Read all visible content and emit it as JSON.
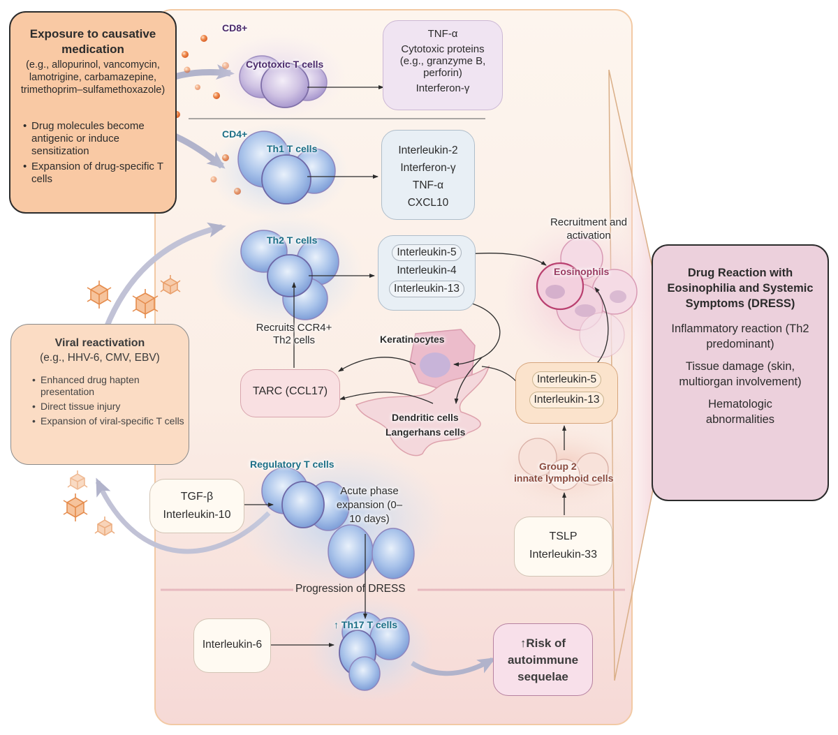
{
  "exposure": {
    "title": "Exposure to causative medication",
    "examples": "(e.g., allopurinol, vancomycin, lamotrigine, carbamazepine, trimethoprim–sulfamethoxazole)",
    "bullets": [
      "Drug molecules become antigenic or induce sensitization",
      "Expansion of drug-specific T cells"
    ]
  },
  "cd8": {
    "group_label": "CD8+",
    "cell_label": "Cytotoxic T cells",
    "outputs": [
      "TNF-α",
      "Cytotoxic proteins",
      "(e.g., granzyme B,",
      "perforin)",
      "Interferon-γ"
    ]
  },
  "cd4": {
    "group_label": "CD4+",
    "cell_label": "Th1 T cells",
    "outputs": [
      "Interleukin-2",
      "Interferon-γ",
      "TNF-α",
      "CXCL10"
    ]
  },
  "th2": {
    "cell_label": "Th2 T cells",
    "outputs": [
      "Interleukin-5",
      "Interleukin-4",
      "Interleukin-13"
    ],
    "recruits_label": "Recruits CCR4+ Th2 cells"
  },
  "eosinophils": {
    "caption": "Recruitment and activation",
    "label": "Eosinophils"
  },
  "keratinocytes": {
    "label": "Keratinocytes"
  },
  "dendritic": {
    "line1": "Dendritic cells",
    "line2": "Langerhans cells"
  },
  "tarc": {
    "label": "TARC (CCL17)"
  },
  "ilc2": {
    "outputs": [
      "Interleukin-5",
      "Interleukin-13"
    ],
    "label_line1": "Group 2",
    "label_line2": "innate lymphoid cells",
    "inputs": [
      "TSLP",
      "Interleukin-33"
    ]
  },
  "viral": {
    "title": "Viral reactivation",
    "examples": "(e.g., HHV-6, CMV, EBV)",
    "bullets": [
      "Enhanced drug hapten presentation",
      "Direct tissue injury",
      "Expansion of viral-specific T cells"
    ]
  },
  "treg": {
    "cell_label": "Regulatory T cells",
    "inputs": [
      "TGF-β",
      "Interleukin-10"
    ],
    "phase_label": "Acute phase expansion (0–10 days)"
  },
  "progression": {
    "label": "Progression of DRESS"
  },
  "th17": {
    "arrow_glyph": "↑",
    "cell_label": "Th17 T cells",
    "input": "Interleukin-6"
  },
  "risk": {
    "arrow_glyph": "↑",
    "line1": "Risk of",
    "line2": "autoimmune",
    "line3": "sequelae"
  },
  "dress": {
    "title": "Drug Reaction with Eosinophilia and Systemic Symptoms (DRESS)",
    "items": [
      "Inflammatory reaction (Th2 predominant)",
      "Tissue damage (skin, multiorgan involvement)",
      "Hematologic abnormalities"
    ]
  },
  "colors": {
    "panel_bg": "#fdf1e8",
    "exposure_bg": "#f9c9a4",
    "viral_bg": "#fbdcc4",
    "dress_bg": "#ecd0dc",
    "cd8_box_bg": "#f0e4f2",
    "th1_box_bg": "#e8eff5",
    "teal_text": "#1c6f86",
    "drug_dot": "#e8763c",
    "virus": "#e9955a",
    "arrow_gray": "#b3b3c9"
  }
}
